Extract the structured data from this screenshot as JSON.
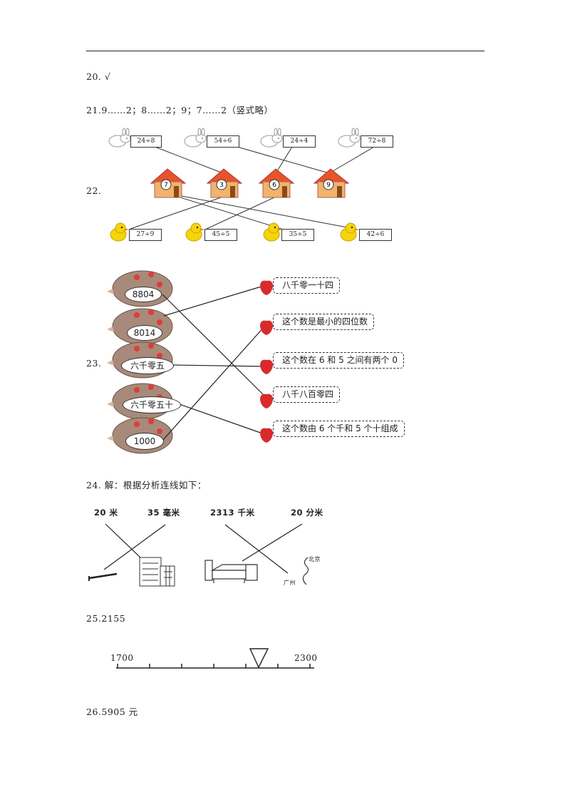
{
  "q20": {
    "number": "20.",
    "answer": "√"
  },
  "q21": {
    "number": "21.",
    "answer": "9……2；8……2；9；7……2（竖式略）"
  },
  "q22": {
    "number": "22.",
    "top_cards": [
      "24÷8",
      "54÷6",
      "24÷4",
      "72÷8"
    ],
    "houses": [
      "7",
      "3",
      "6",
      "9"
    ],
    "bottom_cards": [
      "27÷9",
      "45÷5",
      "35÷5",
      "42÷6"
    ]
  },
  "q23": {
    "number": "23.",
    "hedgehogs": [
      "8804",
      "8014",
      "六千零五",
      "六千零五十",
      "1000"
    ],
    "descriptions": [
      "八千零一十四",
      "这个数是最小的四位数",
      "这个数在 6 和 5 之间有两个 0",
      "八千八百零四",
      "这个数由 6 个千和 5 个十组成"
    ]
  },
  "q24": {
    "number": "24.",
    "intro": "解：根据分析连线如下：",
    "units": [
      "20 米",
      "35 毫米",
      "2313 千米",
      "20 分米"
    ],
    "map_labels": [
      "北京",
      "广州"
    ]
  },
  "q25": {
    "number": "25.",
    "answer": "2155",
    "axis_start": "1700",
    "axis_end": "2300"
  },
  "q26": {
    "number": "26.",
    "answer": "5905 元"
  },
  "colors": {
    "roof": "#e8542a",
    "wall": "#f2b36b",
    "strawberry": "#d92b2b",
    "hedgehog": "#a78a7a",
    "chick": "#f5d40a"
  }
}
